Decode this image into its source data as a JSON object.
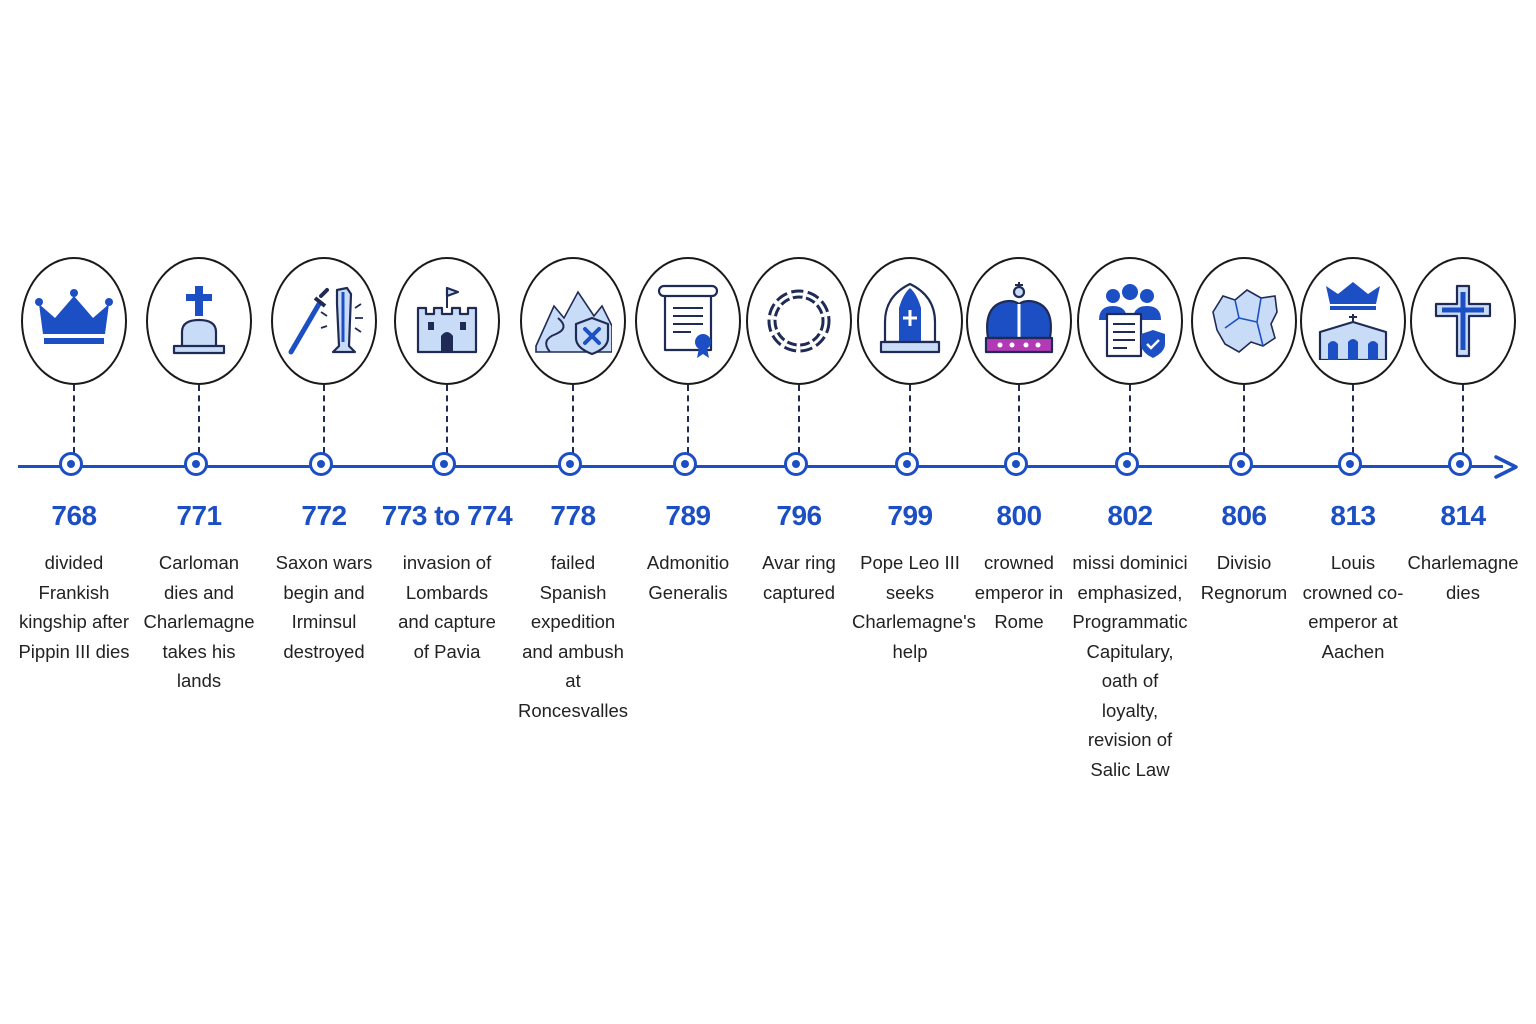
{
  "colors": {
    "accent": "#1d4fc4",
    "light": "#c9dcf7",
    "dark": "#1f2b55",
    "purple": "#b23bb5"
  },
  "events": [
    {
      "year": "768",
      "description": "divided Frankish kingship after Pippin III dies",
      "icon": "crown-icon"
    },
    {
      "year": "771",
      "description": "Carloman dies and Charlemagne takes his lands",
      "icon": "grave-icon"
    },
    {
      "year": "772",
      "description": "Saxon wars begin and Irminsul destroyed",
      "icon": "sword-pillar-icon"
    },
    {
      "year": "773 to 774",
      "description": "invasion of Lombards and capture of Pavia",
      "icon": "castle-icon"
    },
    {
      "year": "778",
      "description": "failed Spanish expedition and ambush at Roncesvalles",
      "icon": "mountain-shield-icon"
    },
    {
      "year": "789",
      "description": "Admonitio Generalis",
      "icon": "scroll-icon"
    },
    {
      "year": "796",
      "description": "Avar ring captured",
      "icon": "chain-ring-icon"
    },
    {
      "year": "799",
      "description": "Pope Leo III seeks Charlemagne's help",
      "icon": "mitre-icon"
    },
    {
      "year": "800",
      "description": "crowned emperor in Rome",
      "icon": "imperial-crown-icon"
    },
    {
      "year": "802",
      "description": "missi dominici emphasized, Programmatic Capitulary, oath of loyalty, revision of Salic Law",
      "icon": "people-document-icon"
    },
    {
      "year": "806",
      "description": "Divisio Regnorum",
      "icon": "map-icon"
    },
    {
      "year": "813",
      "description": "Louis crowned co-emperor at Aachen",
      "icon": "crown-church-icon"
    },
    {
      "year": "814",
      "description": "Charlemagne dies",
      "icon": "cross-icon"
    }
  ]
}
